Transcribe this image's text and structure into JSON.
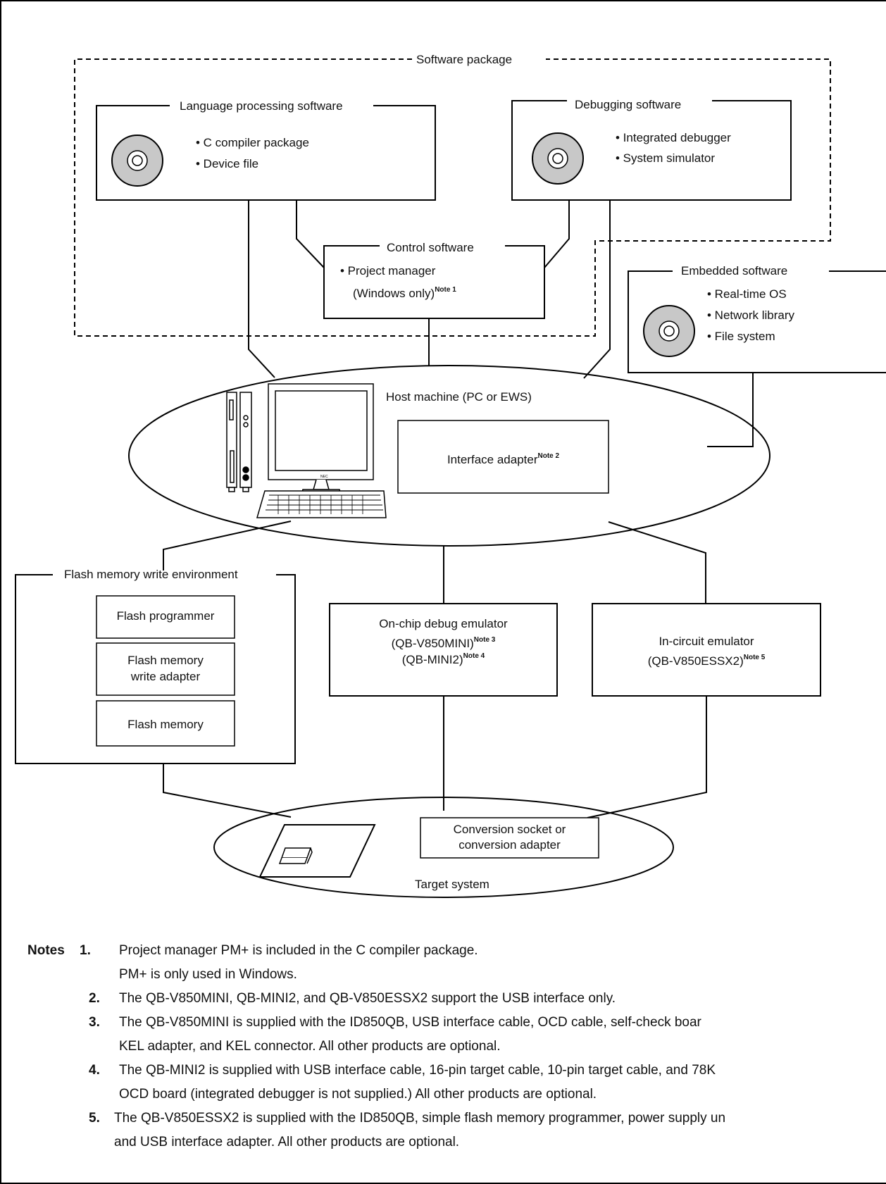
{
  "software_package": {
    "title": "Software package",
    "language": {
      "title": "Language processing software",
      "items": [
        "• C compiler package",
        "• Device file"
      ]
    },
    "debugging": {
      "title": "Debugging software",
      "items": [
        "• Integrated debugger",
        "• System simulator"
      ]
    },
    "control": {
      "title": "Control software",
      "item1": "• Project manager",
      "item2": "(Windows only)",
      "item2_note": "Note 1"
    }
  },
  "embedded": {
    "title": "Embedded software",
    "items": [
      "• Real-time OS",
      "• Network library",
      "• File system"
    ]
  },
  "host": {
    "title": "Host machine (PC or EWS)",
    "interface": "Interface adapter",
    "interface_note": "Note 2",
    "monitor_brand": "NEC"
  },
  "flash_env": {
    "title": "Flash memory write environment",
    "programmer": "Flash programmer",
    "adapter_line1": "Flash memory",
    "adapter_line2": "write adapter",
    "memory": "Flash memory"
  },
  "ocd": {
    "line1": "On-chip debug emulator",
    "line2": "(QB-V850MINI)",
    "line2_note": "Note 3",
    "line3": "(QB-MINI2)",
    "line3_note": "Note 4"
  },
  "ice": {
    "line1": "In-circuit emulator",
    "line2": "(QB-V850ESSX2)",
    "line2_note": "Note 5"
  },
  "target": {
    "title": "Target system",
    "socket_line1": "Conversion socket or",
    "socket_line2": "conversion adapter"
  },
  "notes": {
    "heading": "Notes",
    "n1_num": "1.",
    "n1_a": "Project manager PM+ is included in the C compiler package.",
    "n1_b": "PM+ is only used in Windows.",
    "n2_num": "2.",
    "n2_a": "The QB-V850MINI, QB-MINI2, and QB-V850ESSX2 support the USB interface only.",
    "n3_num": "3.",
    "n3_a": "The QB-V850MINI is supplied with the ID850QB, USB interface cable, OCD cable, self-check boar",
    "n3_b": "KEL adapter, and KEL connector.  All other products are optional.",
    "n4_num": "4.",
    "n4_a": "The QB-MINI2 is supplied with USB interface cable, 16-pin target cable, 10-pin target cable, and 78K",
    "n4_b": "OCD board (integrated debugger is not supplied.)  All other products are optional.",
    "n5_num": "5.",
    "n5_a": "The QB-V850ESSX2 is supplied with the ID850QB, simple flash memory programmer, power supply un",
    "n5_b": "and USB interface adapter.  All other products are optional."
  }
}
